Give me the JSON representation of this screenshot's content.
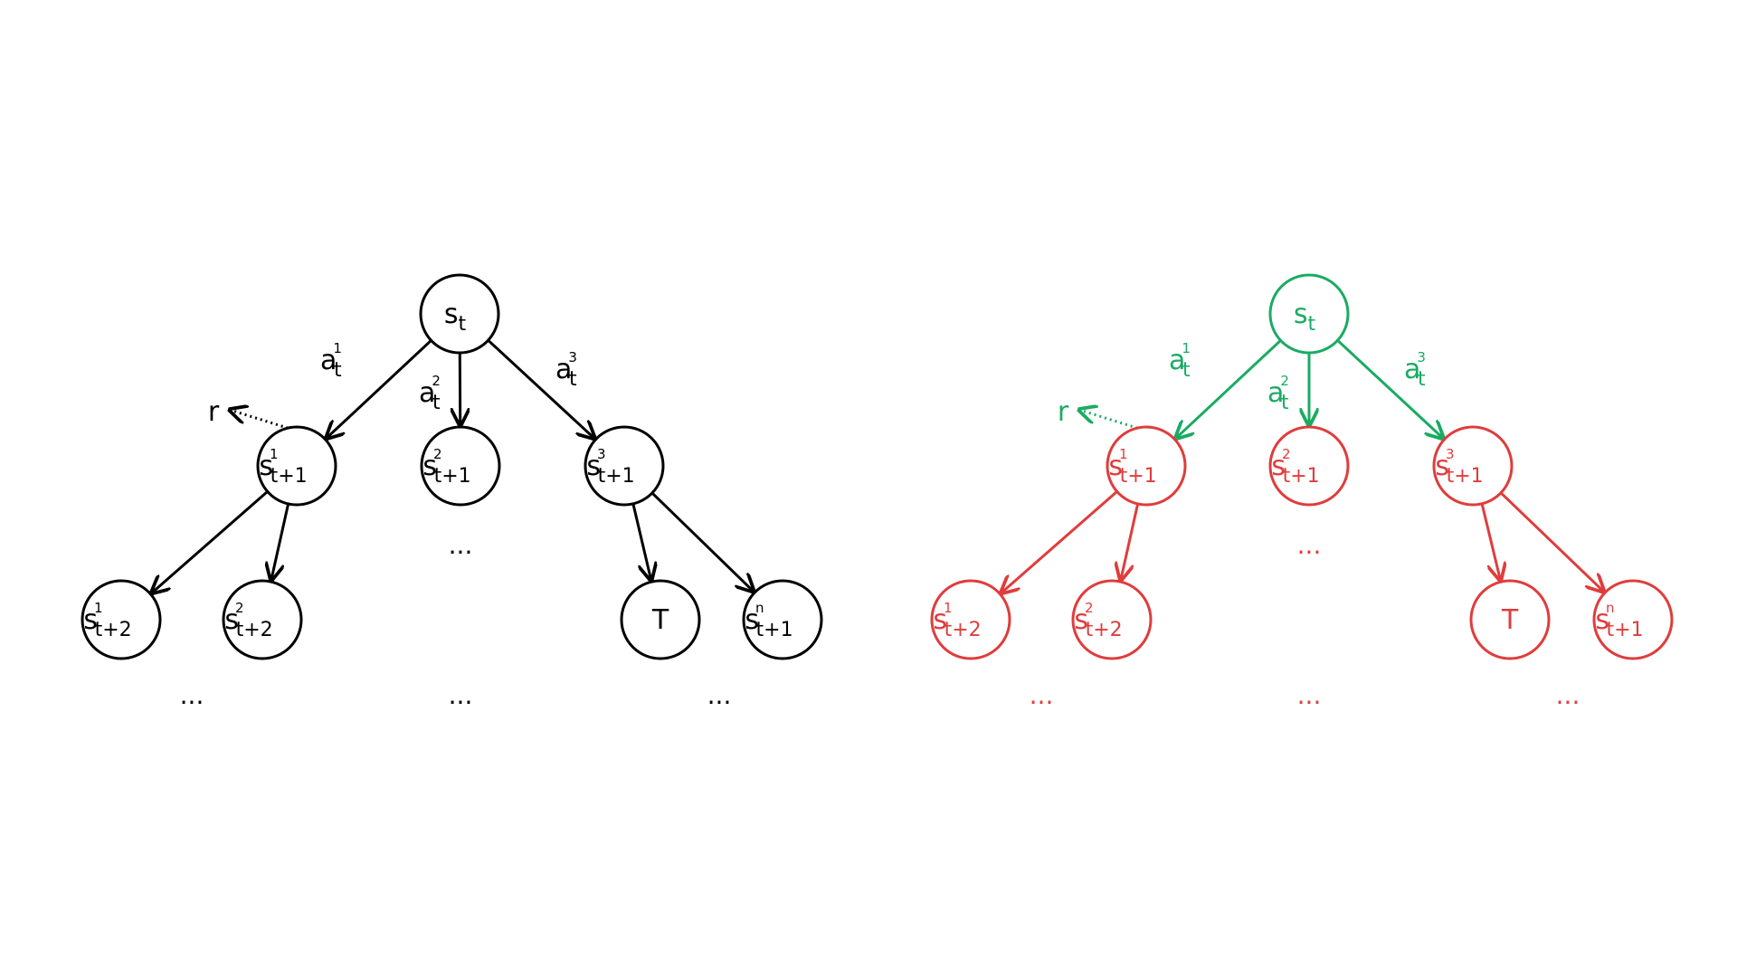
{
  "colors": {
    "black": "#000000",
    "green": "#1aab63",
    "red": "#e03c3c"
  },
  "trees": [
    {
      "id": "left",
      "root_color": "black",
      "child_color": "black",
      "root": {
        "base": "s",
        "sub": "t",
        "sup": ""
      },
      "actions": [
        {
          "base": "a",
          "sub": "t",
          "sup": "1"
        },
        {
          "base": "a",
          "sub": "t",
          "sup": "2"
        },
        {
          "base": "a",
          "sub": "t",
          "sup": "3"
        }
      ],
      "reward": "r",
      "level1": [
        {
          "base": "s",
          "sub": "t+1",
          "sup": "1"
        },
        {
          "base": "s",
          "sub": "t+1",
          "sup": "2"
        },
        {
          "base": "s",
          "sub": "t+1",
          "sup": "3"
        }
      ],
      "level2": [
        {
          "base": "s",
          "sub": "t+2",
          "sup": "1"
        },
        {
          "base": "s",
          "sub": "t+2",
          "sup": "2"
        },
        {
          "base": "T",
          "sub": "",
          "sup": ""
        },
        {
          "base": "s",
          "sub": "t+1",
          "sup": "n"
        }
      ],
      "ellipsis": "..."
    },
    {
      "id": "right",
      "root_color": "green",
      "child_color": "red",
      "root": {
        "base": "s",
        "sub": "t",
        "sup": ""
      },
      "actions": [
        {
          "base": "a",
          "sub": "t",
          "sup": "1"
        },
        {
          "base": "a",
          "sub": "t",
          "sup": "2"
        },
        {
          "base": "a",
          "sub": "t",
          "sup": "3"
        }
      ],
      "reward": "r",
      "level1": [
        {
          "base": "s",
          "sub": "t+1",
          "sup": "1"
        },
        {
          "base": "s",
          "sub": "t+1",
          "sup": "2"
        },
        {
          "base": "s",
          "sub": "t+1",
          "sup": "3"
        }
      ],
      "level2": [
        {
          "base": "s",
          "sub": "t+2",
          "sup": "1"
        },
        {
          "base": "s",
          "sub": "t+2",
          "sup": "2"
        },
        {
          "base": "T",
          "sub": "",
          "sup": ""
        },
        {
          "base": "s",
          "sub": "t+1",
          "sup": "n"
        }
      ],
      "ellipsis": "..."
    }
  ]
}
